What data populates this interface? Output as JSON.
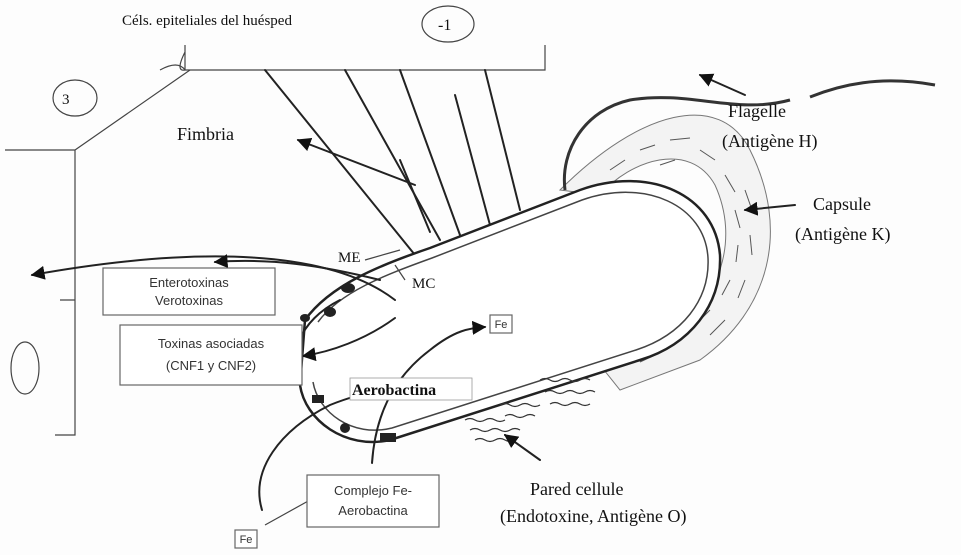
{
  "header": {
    "host_cells": "Céls. epiteliales del huésped"
  },
  "labels": {
    "fimbria": "Fimbria",
    "flagelle": "Flagelle",
    "flagelle_antigen": "(Antigène H)",
    "capsule": "Capsule",
    "capsule_antigen": "(Antigène K)",
    "me": "ME",
    "mc": "MC",
    "aerobactina": "Aerobactina",
    "pared": "Pared cellule",
    "pared_antigen": "(Endotoxine, Antigène O)",
    "fe_top": "Fe",
    "fe_bottom": "Fe"
  },
  "boxes": {
    "enterotoxinas_1": "Enterotoxinas",
    "enterotoxinas_2": "Verotoxinas",
    "toxinas_1": "Toxinas asociadas",
    "toxinas_2": "(CNF1 y CNF2)",
    "complejo_1": "Complejo Fe-",
    "complejo_2": "Aerobactina"
  }
}
